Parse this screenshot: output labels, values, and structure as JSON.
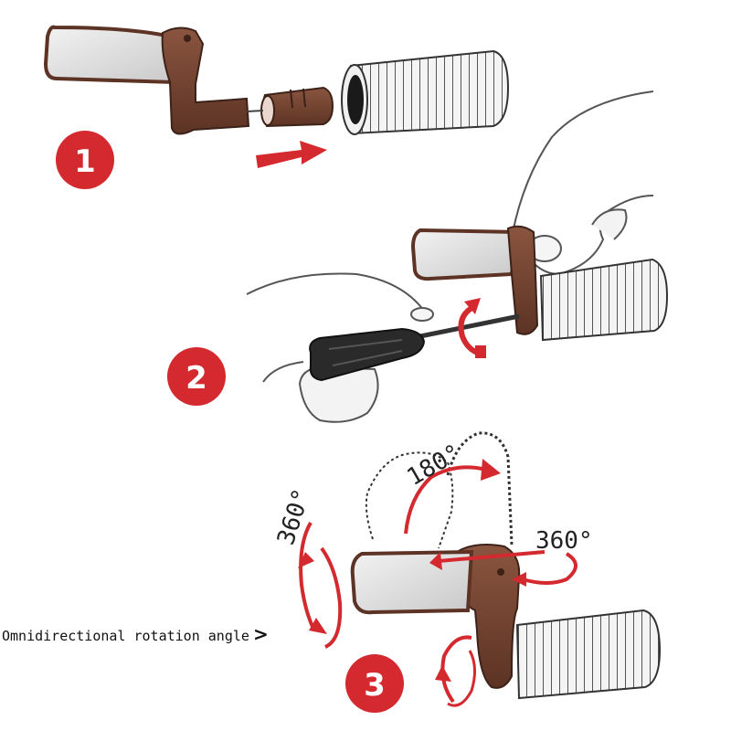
{
  "steps": [
    {
      "number": "1"
    },
    {
      "number": "2"
    },
    {
      "number": "3"
    }
  ],
  "angles": {
    "left": "360°",
    "top": "180°",
    "right": "360°"
  },
  "caption": {
    "text": "Omnidirectional rotation angle",
    "arrow": ">"
  },
  "colors": {
    "accent": "#d42a2f",
    "mirror_frame": "#7a4632",
    "mirror_glass": "#dcdcdc",
    "outline": "#222222"
  }
}
